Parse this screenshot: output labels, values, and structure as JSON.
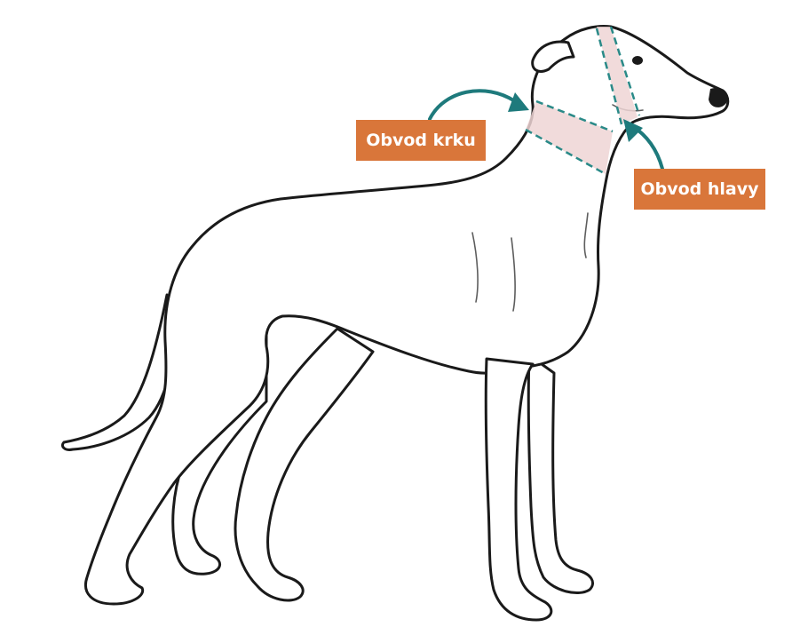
{
  "labels": {
    "neck": "Obvod krku",
    "head": "Obvod hlavy"
  },
  "colors": {
    "outline": "#1a1a1a",
    "band_fill": "#eed5d5",
    "band_dash": "#2a8a88",
    "arrow": "#1e7a7c",
    "label_bg": "#d9763a",
    "label_text": "#ffffff"
  },
  "icons": {
    "subject": "greyhound-dog-illustration"
  }
}
